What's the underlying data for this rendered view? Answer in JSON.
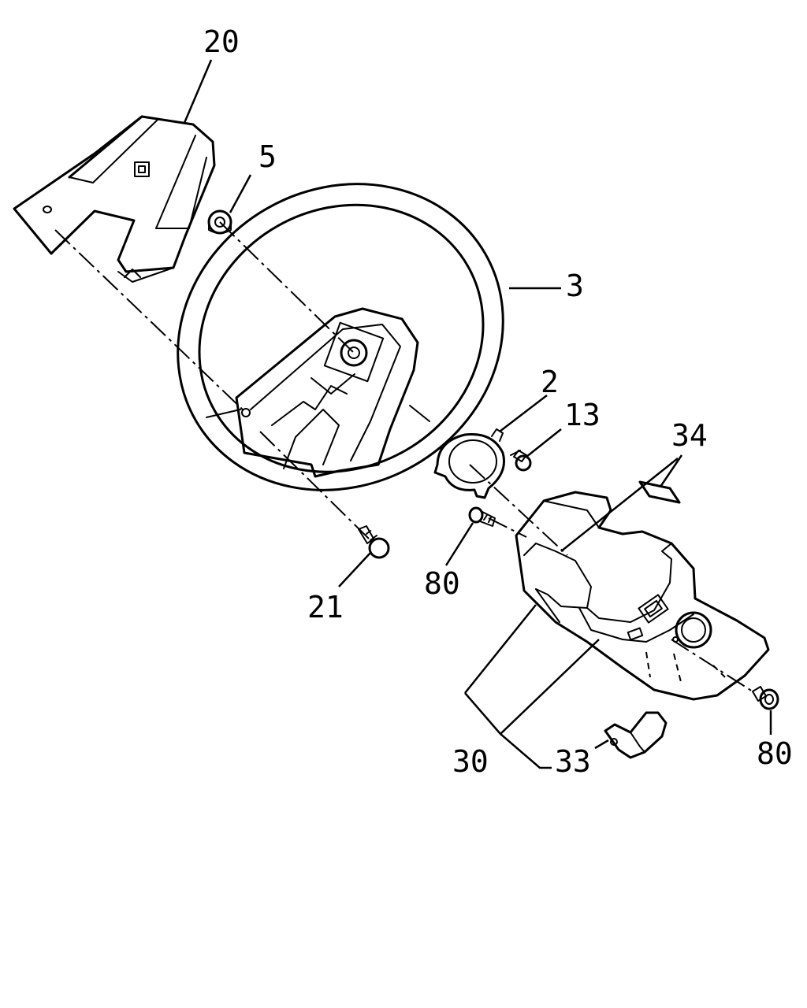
{
  "callouts": {
    "c20": "20",
    "c5": "5",
    "c3": "3",
    "c2": "2",
    "c13": "13",
    "c34": "34",
    "c80a": "80",
    "c21": "21",
    "c30": "30",
    "c33": "33",
    "c80b": "80"
  }
}
